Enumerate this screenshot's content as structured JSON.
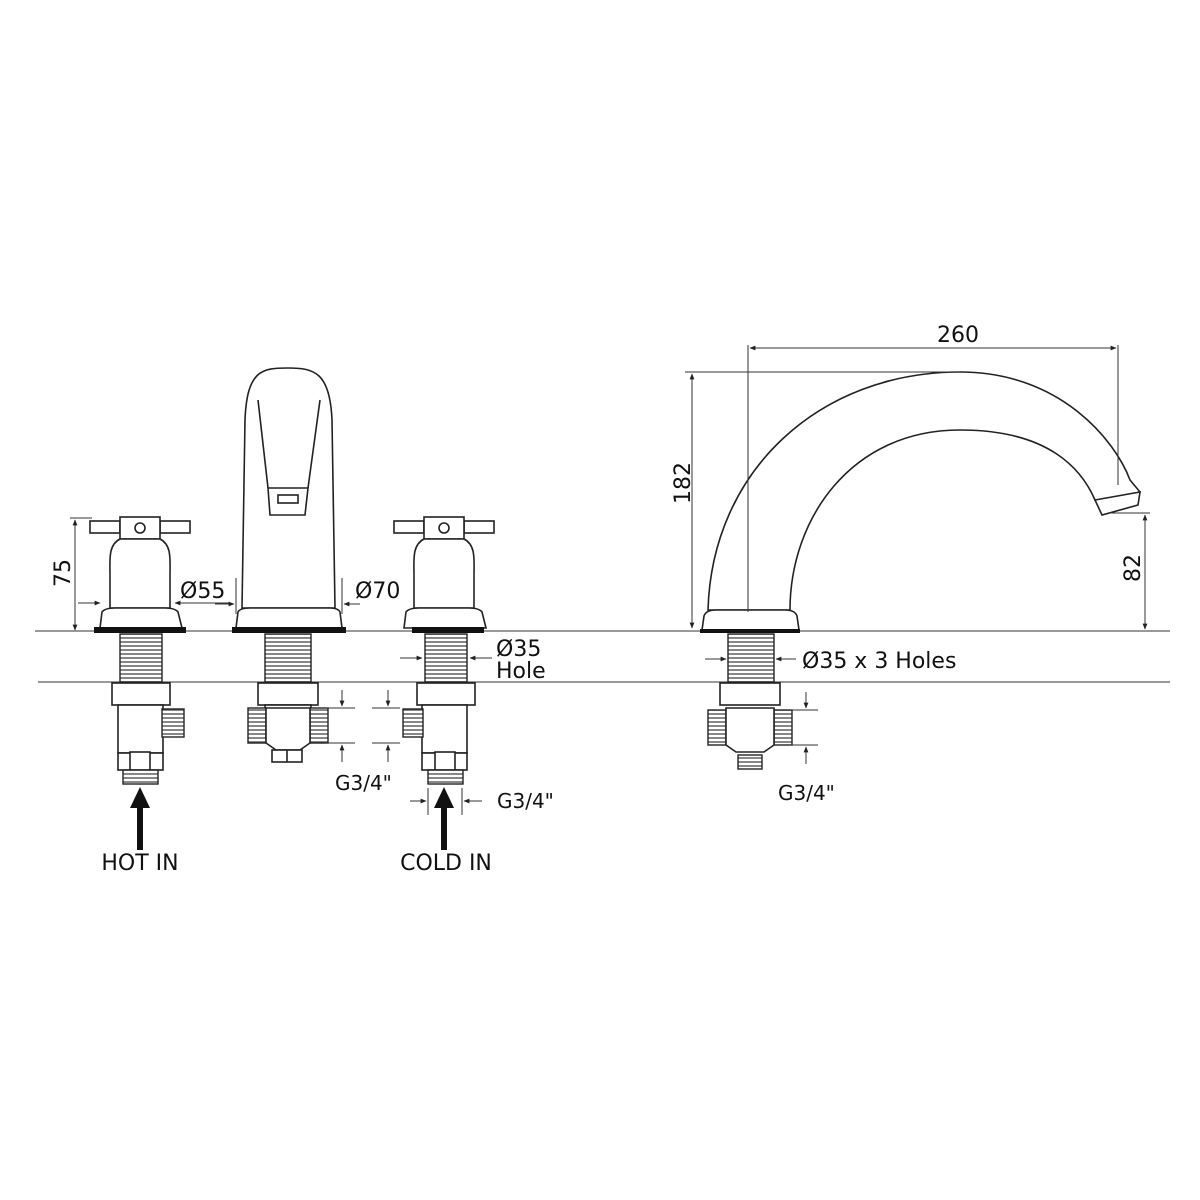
{
  "labels": {
    "hot_in": "HOT IN",
    "cold_in": "COLD IN",
    "dim_75": "75",
    "dim_d55": "Ø55",
    "dim_d70": "Ø70",
    "dim_d35": "Ø35",
    "hole": "Hole",
    "g34_spout": "G3/4\"",
    "g34_cold": "G3/4\"",
    "g34_bath_spout": "G3/4\"",
    "dim_260": "260",
    "dim_182": "182",
    "dim_82": "82",
    "d35_3holes": "Ø35 x 3 Holes"
  },
  "colors": {
    "line": "#222222",
    "background": "#ffffff"
  }
}
